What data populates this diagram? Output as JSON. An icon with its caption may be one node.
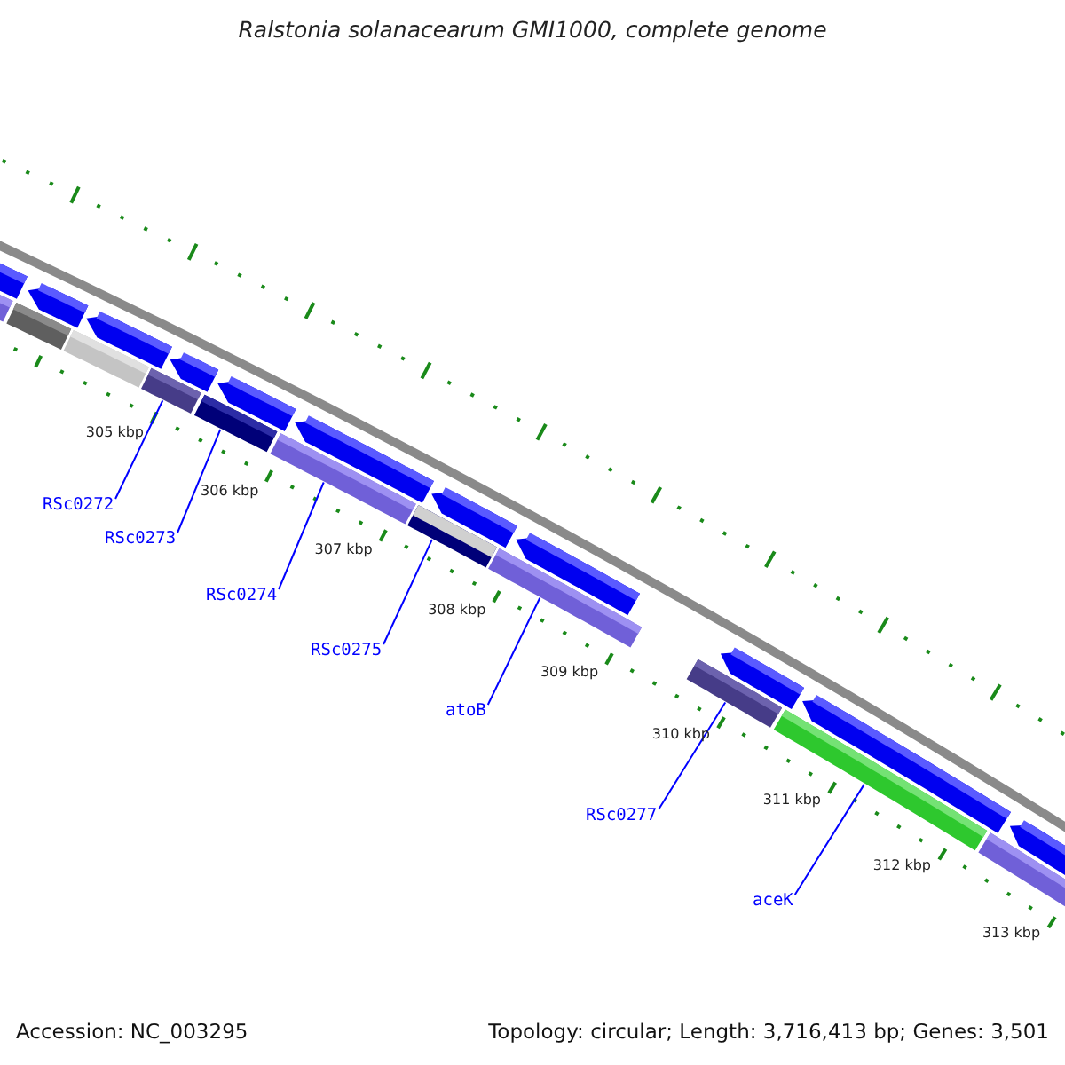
{
  "diagram": {
    "title": "Ralstonia solanacearum GMI1000, complete genome",
    "nodes": [
      {
        "text": [
          "RSc0272"
        ]
      },
      {
        "text": [
          "RSc0273"
        ]
      },
      {
        "text": [
          "RSc0274"
        ]
      },
      {
        "text": [
          "RSc0275"
        ]
      },
      {
        "text": [
          "atoB"
        ]
      },
      {
        "text": [
          "RSc0277"
        ]
      },
      {
        "text": [
          "aceK"
        ]
      },
      {
        "text": [],
        "shape": "bar"
      },
      {
        "text": [],
        "shape": "bar"
      },
      {
        "text": [],
        "shape": "bar"
      },
      {
        "text": [],
        "shape": "bar"
      },
      {
        "text": [],
        "shape": "bar"
      },
      {
        "text": [],
        "shape": "bar"
      },
      {
        "text": [],
        "shape": "bar"
      }
    ],
    "edges": [
      {
        "from": 0,
        "to": 7,
        "arrow": "none"
      },
      {
        "from": 1,
        "to": 8,
        "arrow": "none"
      },
      {
        "from": 2,
        "to": 9,
        "arrow": "none"
      },
      {
        "from": 3,
        "to": 10,
        "arrow": "none"
      },
      {
        "from": 4,
        "to": 11,
        "arrow": "none"
      },
      {
        "from": 5,
        "to": 12,
        "arrow": "none"
      },
      {
        "from": 6,
        "to": 13,
        "arrow": "none"
      }
    ],
    "labels": [
      "305 kbp",
      "306 kbp",
      "307 kbp",
      "308 kbp",
      "309 kbp",
      "310 kbp",
      "311 kbp",
      "312 kbp",
      "313 kbp",
      "Accession: NC_003295",
      "Topology: circular; Length: 3,716,413 bp; Genes: 3,501"
    ]
  }
}
